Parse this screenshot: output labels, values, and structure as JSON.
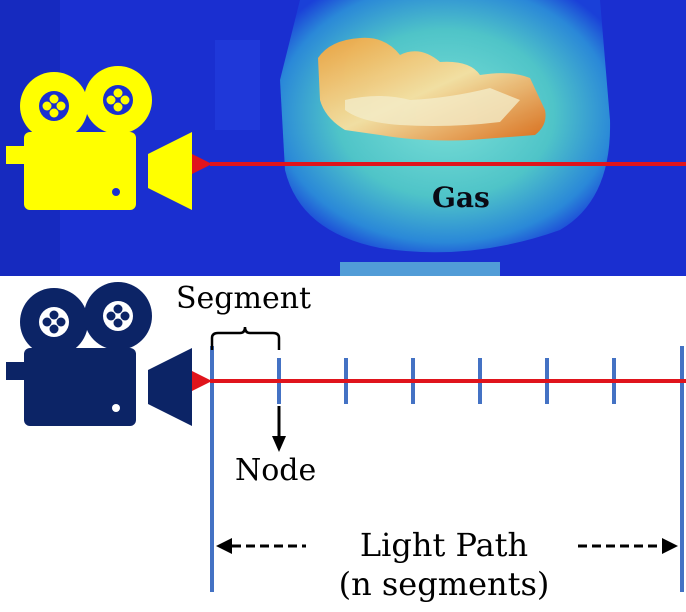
{
  "top_panel": {
    "gas_label": "Gas",
    "camera_color": "#ffff00",
    "background_color": "#1a2fd0",
    "ray_color": "#e0141c"
  },
  "bottom_panel": {
    "segment_label": "Segment",
    "node_label": "Node",
    "light_path_label": "Light Path",
    "n_segments_label": "(n segments)",
    "camera_color": "#0c2466",
    "ray_color": "#e0141c",
    "node_line_color": "#4472c4",
    "node_count": 8
  },
  "icons": {
    "top_camera": "video-camera-icon",
    "bottom_camera": "video-camera-icon"
  }
}
